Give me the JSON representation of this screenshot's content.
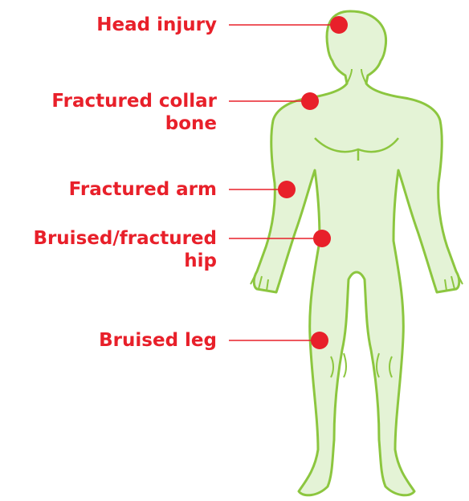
{
  "colors": {
    "accent": "#e8202a",
    "body_fill": "#e4f3d6",
    "body_stroke": "#8cc63f"
  },
  "figure": "human-body-outline",
  "injuries": [
    {
      "id": "head",
      "lines": [
        "Head injury"
      ]
    },
    {
      "id": "collar",
      "lines": [
        "Fractured collar",
        "bone"
      ]
    },
    {
      "id": "arm",
      "lines": [
        "Fractured arm"
      ]
    },
    {
      "id": "hip",
      "lines": [
        "Bruised/fractured",
        "hip"
      ]
    },
    {
      "id": "leg",
      "lines": [
        "Bruised leg"
      ]
    }
  ]
}
